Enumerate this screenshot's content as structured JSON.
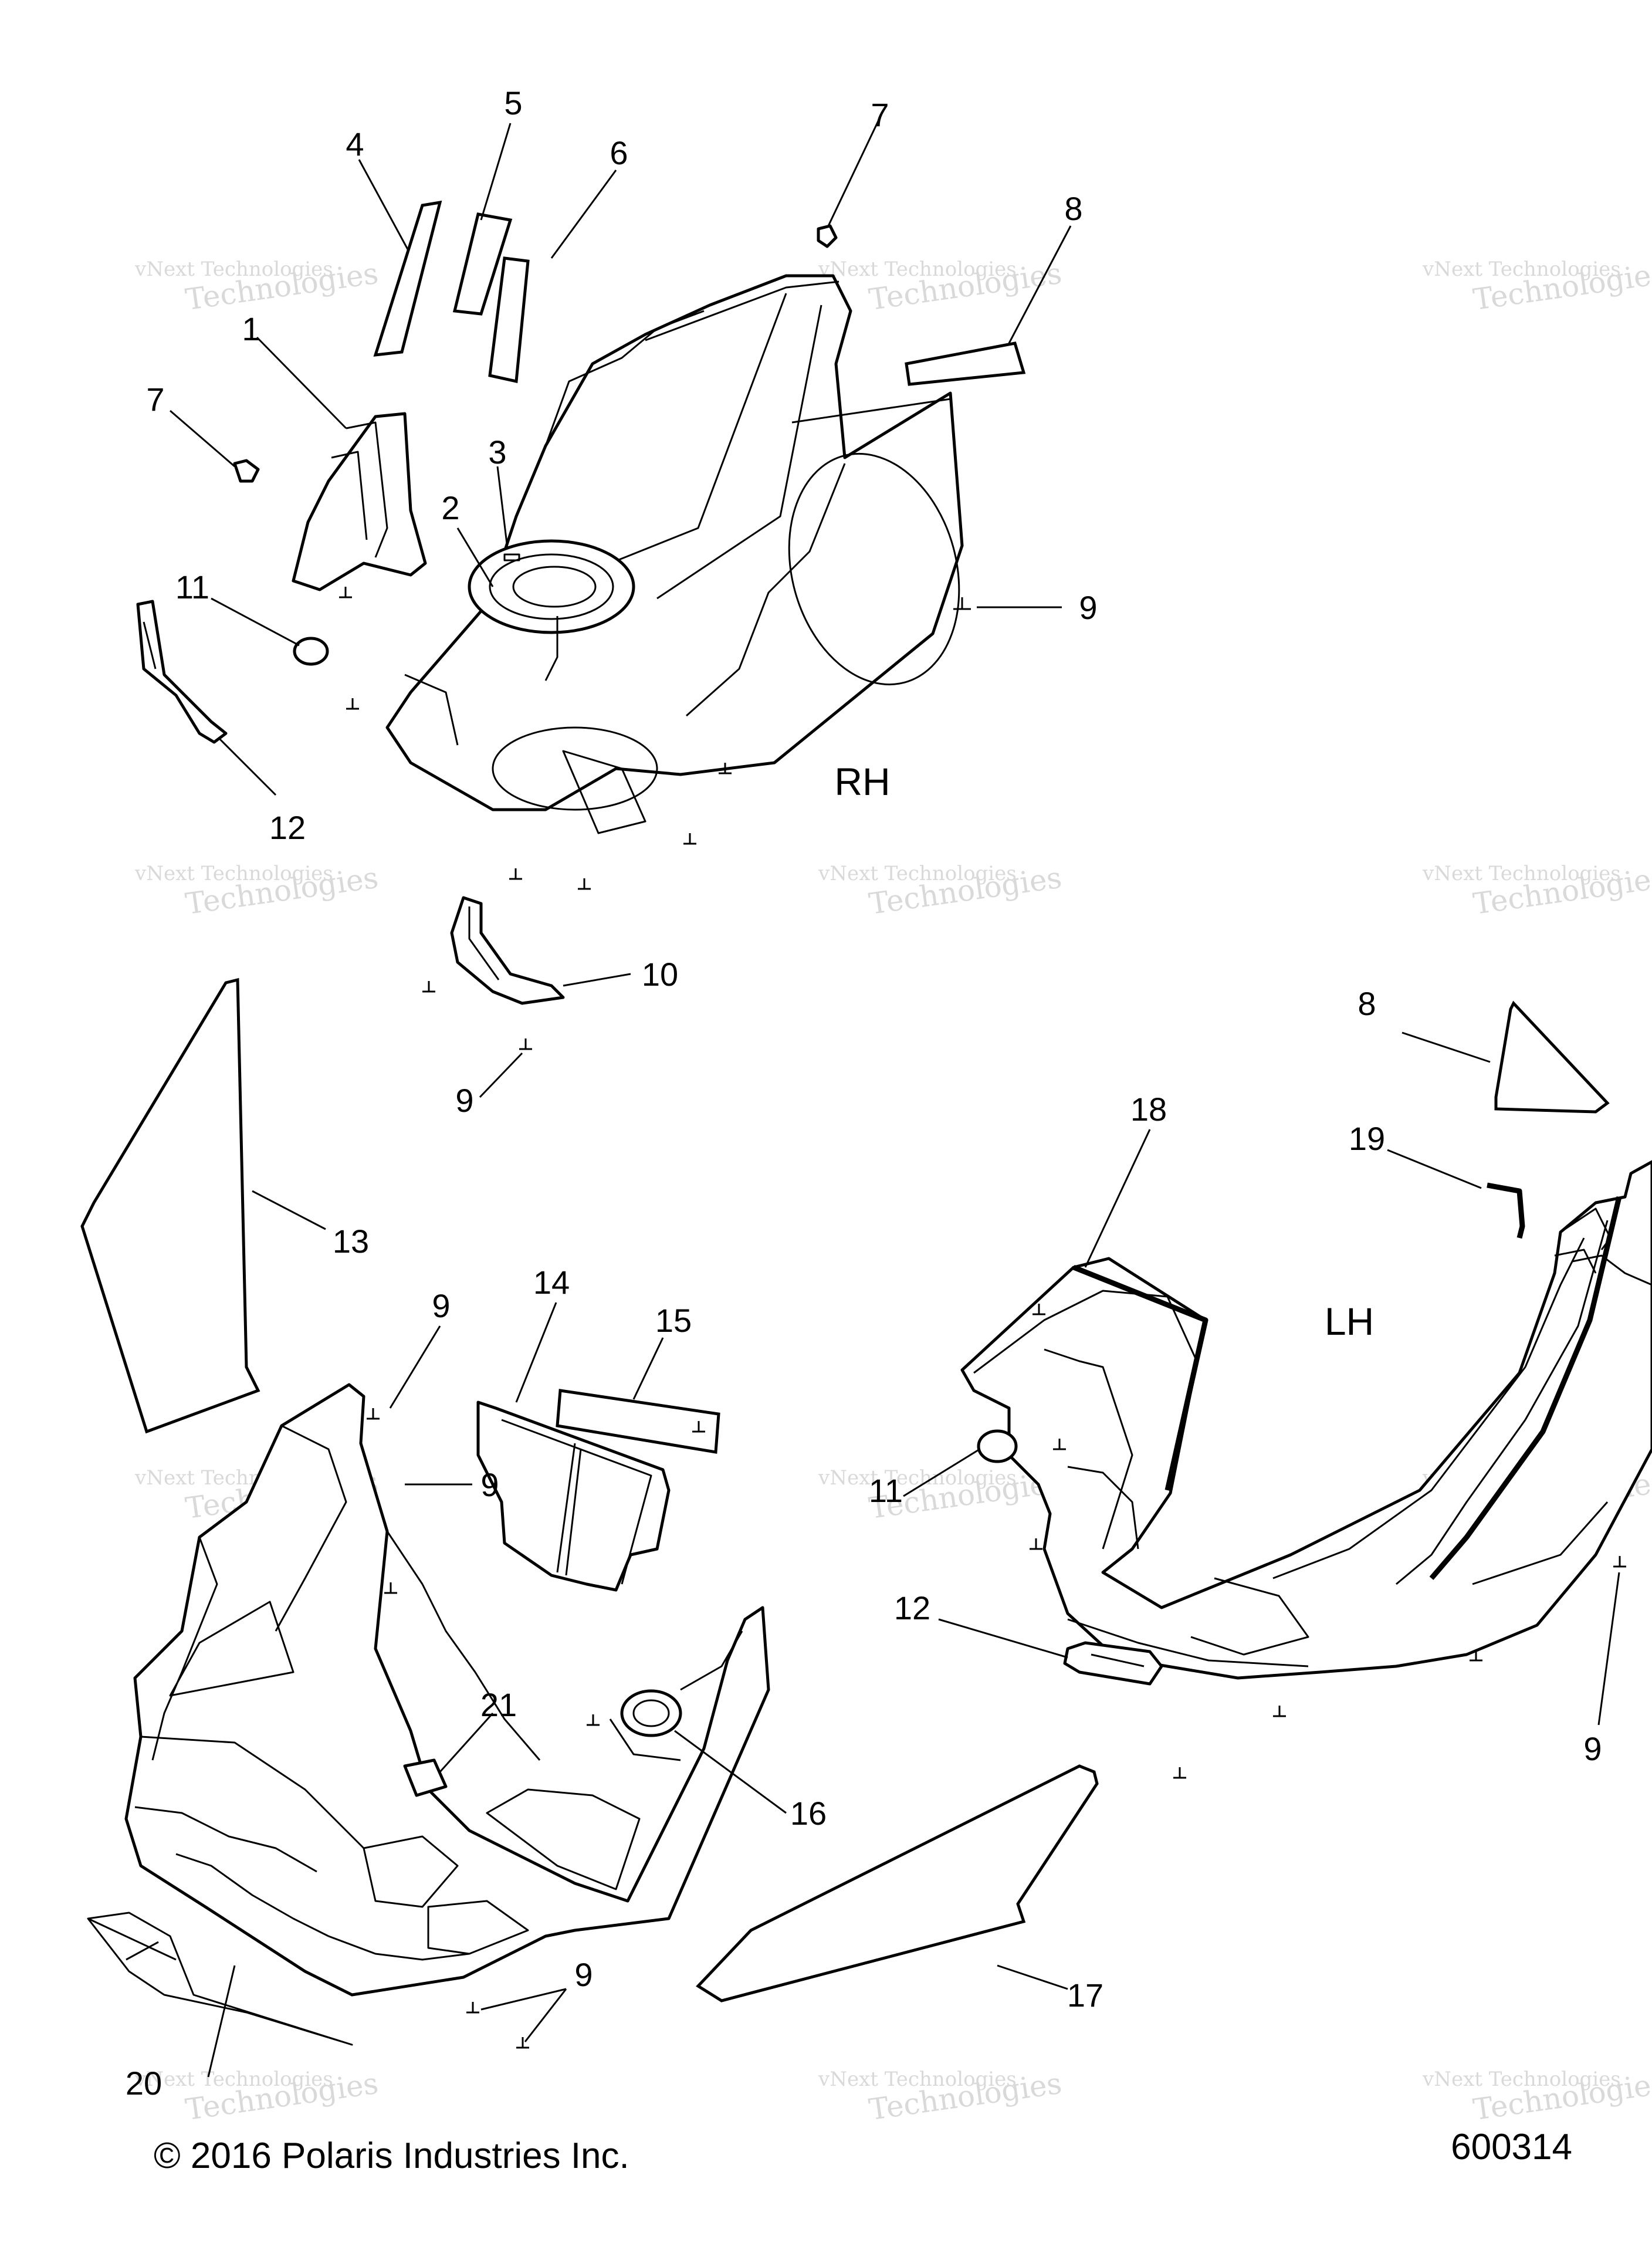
{
  "diagram": {
    "side_labels": {
      "rh": "RH",
      "lh": "LH"
    },
    "callouts": {
      "c1": "1",
      "c2": "2",
      "c3": "3",
      "c4": "4",
      "c5": "5",
      "c6": "6",
      "c7": "7",
      "c8": "8",
      "c9": "9",
      "c10": "10",
      "c11": "11",
      "c12": "12",
      "c13": "13",
      "c14": "14",
      "c15": "15",
      "c16": "16",
      "c17": "17",
      "c18": "18",
      "c19": "19",
      "c20": "20",
      "c21": "21"
    },
    "watermark": {
      "line1": "vNext Technologies",
      "line2": "Technologies"
    },
    "copyright": "© 2016 Polaris Industries Inc.",
    "figure_number": "600314"
  }
}
